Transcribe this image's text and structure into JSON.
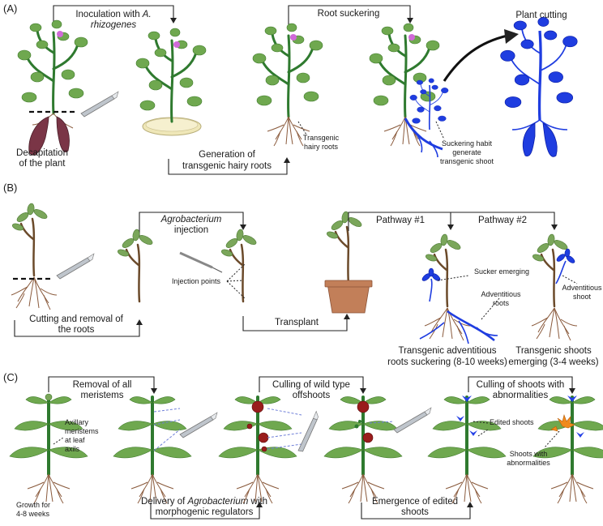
{
  "panels": {
    "a": "(A)",
    "b": "(B)",
    "c": "(C)"
  },
  "panel_a": {
    "inoculation_line1": "Inoculation with ",
    "inoculation_line1_italic": "A.",
    "inoculation_line2_italic": "rhizogenes",
    "root_suckering": "Root suckering",
    "plant_cutting": "Plant cutting",
    "decapitation_line1": "Decapitation",
    "decapitation_line2": "of the plant",
    "generation_line1": "Generation of",
    "generation_line2": "transgenic hairy roots",
    "transgenic_hairy_roots_line1": "Transgenic",
    "transgenic_hairy_roots_line2": "hairy roots",
    "suckering_line1": "Suckering habit",
    "suckering_line2": "generate",
    "suckering_line3": "transgenic shoot"
  },
  "panel_b": {
    "agro_line1_italic": "Agrobacterium",
    "agro_line2": "injection",
    "injection_points": "Injection points",
    "cutting_line1": "Cutting and removal of",
    "cutting_line2": "the roots",
    "transplant": "Transplant",
    "pathway1": "Pathway #1",
    "pathway2": "Pathway #2",
    "sucker_emerging": "Sucker emerging",
    "adventitious_roots_line1": "Adventitious",
    "adventitious_roots_line2": "roots",
    "adventitious_shoot_line1": "Adventitious",
    "adventitious_shoot_line2": "shoot",
    "transgenic_adv_line1": "Transgenic adventitious",
    "transgenic_adv_line2": "roots suckering (8-10 weeks)",
    "transgenic_shoots_line1": "Transgenic shoots",
    "transgenic_shoots_line2": "emerging (3-4 weeks)"
  },
  "panel_c": {
    "removal_line1": "Removal of all",
    "removal_line2": "meristems",
    "axillary_line1": "Axillary",
    "axillary_line2": "meristems",
    "axillary_line3": "at leaf",
    "axillary_line4": "axils",
    "growth_line1": "Growth for",
    "growth_line2": "4-8 weeks",
    "delivery_line1": "Delivery of ",
    "delivery_line1_italic": "Agrobacterium",
    "delivery_line1_end": " with",
    "delivery_line2": "morphogenic regulators",
    "culling_wild_line1": "Culling of wild type",
    "culling_wild_line2": "offshoots",
    "emergence_line1": "Emergence of edited",
    "emergence_line2": "shoots",
    "culling_abn_line1": "Culling of shoots with",
    "culling_abn_line2": "abnormalities",
    "edited_shoots": "Edited shoots",
    "abn_line1": "Shoots with",
    "abn_line2": "abnormalities"
  },
  "colors": {
    "transgenic": "#1f3de0",
    "leaf": "#6fa84f",
    "tuber": "#7a3546",
    "meristem": "#9a1c1c",
    "abnormal": "#f08a1c",
    "pot": "#c27f59"
  }
}
